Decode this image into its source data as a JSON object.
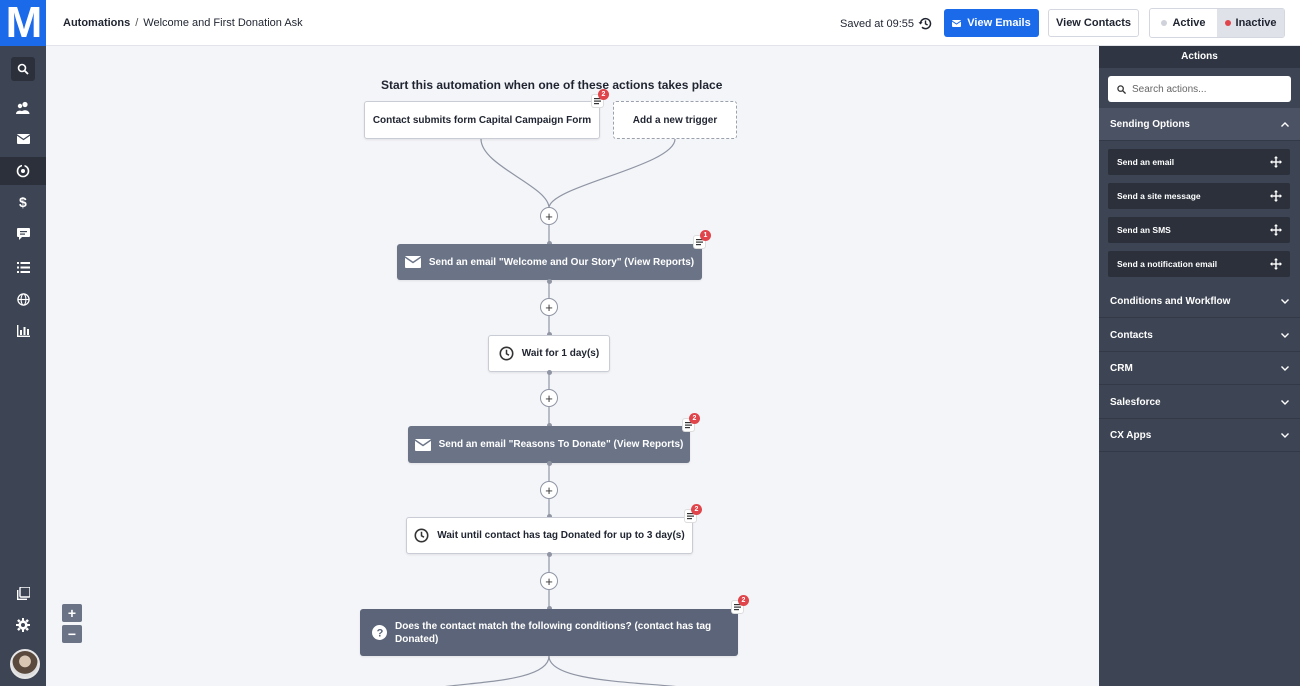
{
  "logo": "M",
  "breadcrumb": {
    "root": "Automations",
    "separator": "/",
    "current": "Welcome and First Donation Ask"
  },
  "header": {
    "saved_text": "Saved at 09:55",
    "view_emails": "View Emails",
    "view_contacts": "View Contacts",
    "status_active": "Active",
    "status_inactive": "Inactive",
    "selected_status": "Inactive"
  },
  "colors": {
    "accent": "#1a6aea",
    "inactive_dot": "#e0454b",
    "active_dot": "#cfd2da",
    "badge": "#e0454b"
  },
  "nav": [
    "search-icon",
    "contacts-icon",
    "email-icon",
    "automations-icon",
    "deals-icon",
    "conversations-icon",
    "lists-icon",
    "site-icon",
    "reports-icon",
    "pages-icon",
    "settings-icon"
  ],
  "canvas": {
    "start_title": "Start this automation when one of these actions takes place",
    "trigger": {
      "label": "Contact submits form Capital Campaign Form",
      "badge": "2"
    },
    "add_trigger": "Add a new trigger",
    "steps": [
      {
        "label": "Send an email \"Welcome and Our Story\" (View Reports)",
        "badge": "1"
      },
      {
        "label": "Wait for 1 day(s)"
      },
      {
        "label": "Send an email \"Reasons To Donate\" (View Reports)",
        "badge": "2"
      },
      {
        "label": "Wait until contact has tag Donated for up to 3 day(s)",
        "badge": "2"
      },
      {
        "label": "Does the contact match the following conditions? (contact has tag Donated)",
        "badge": "2"
      }
    ],
    "zoom_in": "+",
    "zoom_out": "−"
  },
  "panel": {
    "title": "Actions",
    "search_placeholder": "Search actions...",
    "sections": [
      {
        "label": "Sending Options",
        "expanded": true
      },
      {
        "label": "Conditions and Workflow"
      },
      {
        "label": "Contacts"
      },
      {
        "label": "CRM"
      },
      {
        "label": "Salesforce"
      },
      {
        "label": "CX Apps"
      }
    ],
    "sending_actions": [
      "Send an email",
      "Send a site message",
      "Send an SMS",
      "Send a notification email"
    ]
  }
}
